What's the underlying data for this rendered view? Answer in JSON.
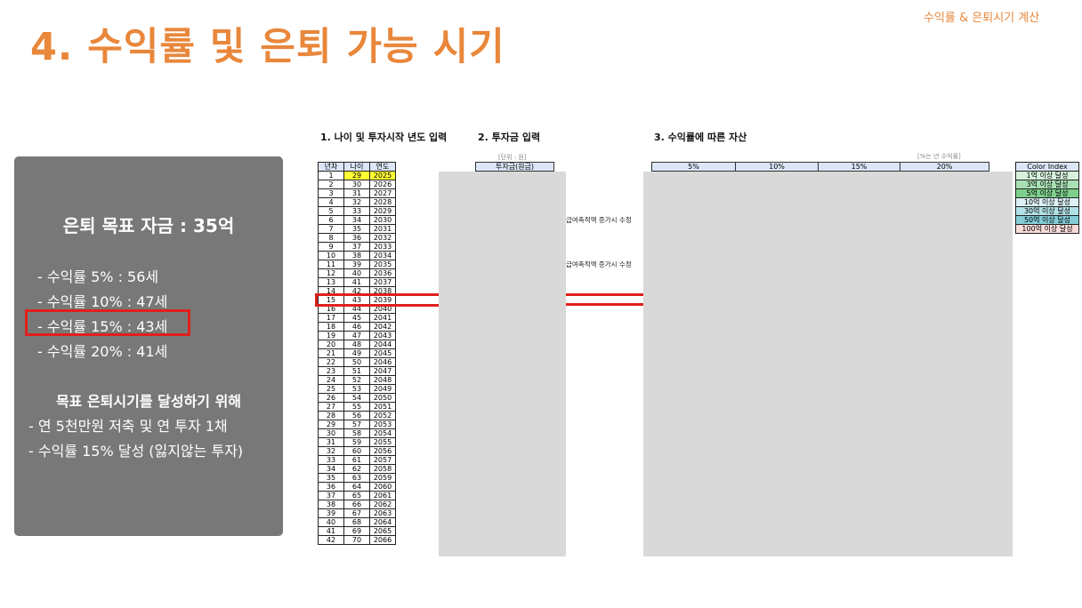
{
  "header": {
    "title": "4. 수익률 및 은퇴 가능 시기",
    "subtitle": "수익률 & 은퇴시기 계산"
  },
  "panel": {
    "goal": "은퇴 목표 자금 : 35억",
    "results": [
      "- 수익률   5% : 56세",
      "- 수익률 10% : 47세",
      "- 수익률 15% : 43세",
      "- 수익률 20% : 41세"
    ],
    "plan_title": "목표 은퇴시기를 달성하기 위해",
    "plan": [
      "- 연 5천만원 저축 및 연 투자 1채",
      "- 수익률 15% 달성 (잃지않는 투자)"
    ]
  },
  "sections": {
    "s1": "1. 나이 및 투자시작 년도 입력",
    "s2": "2. 투자금 입력",
    "s3": "3. 수익률에 따른 자산"
  },
  "age_table": {
    "headers": [
      "년차",
      "나이",
      "연도"
    ],
    "years_n": [
      1,
      2,
      3,
      4,
      5,
      6,
      7,
      8,
      9,
      10,
      11,
      12,
      13,
      14,
      15,
      16,
      17,
      18,
      19,
      20,
      21,
      22,
      23,
      24,
      25,
      26,
      27,
      28,
      29,
      30,
      31,
      32,
      33,
      34,
      35,
      36,
      37,
      38,
      39,
      40,
      41,
      42
    ],
    "ages": [
      29,
      30,
      31,
      32,
      33,
      34,
      35,
      36,
      37,
      38,
      39,
      40,
      41,
      42,
      43,
      44,
      45,
      46,
      47,
      48,
      49,
      50,
      51,
      52,
      53,
      54,
      55,
      56,
      57,
      58,
      59,
      60,
      61,
      62,
      63,
      64,
      65,
      66,
      67,
      68,
      69,
      70
    ],
    "years": [
      2025,
      2026,
      2027,
      2028,
      2029,
      2030,
      2031,
      2032,
      2033,
      2034,
      2035,
      2036,
      2037,
      2038,
      2039,
      2040,
      2041,
      2042,
      2043,
      2044,
      2045,
      2046,
      2047,
      2048,
      2049,
      2050,
      2051,
      2052,
      2053,
      2054,
      2055,
      2056,
      2057,
      2058,
      2059,
      2060,
      2061,
      2062,
      2063,
      2064,
      2065,
      2066
    ]
  },
  "investment": {
    "unit": "[단위 : 원]",
    "header": "투자금(원금)",
    "notes": [
      "급여축적액 증가시 수정",
      "급여축적액 증가시 수정"
    ]
  },
  "returns": {
    "note": "[%는 년 수익률]",
    "headers": [
      "5%",
      "10%",
      "15%",
      "20%"
    ]
  },
  "color_index": {
    "title": "Color Index",
    "items": [
      {
        "label": "1억 이상 달성",
        "color": "#d6f1dc"
      },
      {
        "label": "3억 이상 달성",
        "color": "#a9e0b4"
      },
      {
        "label": "5억 이상 달성",
        "color": "#7ccf8c"
      },
      {
        "label": "10억 이상 달성",
        "color": "#dcf1f6"
      },
      {
        "label": "30억 이상 달성",
        "color": "#b3e1e8"
      },
      {
        "label": "50억 이상 달성",
        "color": "#84cdd7"
      },
      {
        "label": "100억 이상 달성",
        "color": "#f9dcd8"
      }
    ]
  },
  "colors": {
    "accent": "#e9873b",
    "highlight": "#e0201c"
  }
}
